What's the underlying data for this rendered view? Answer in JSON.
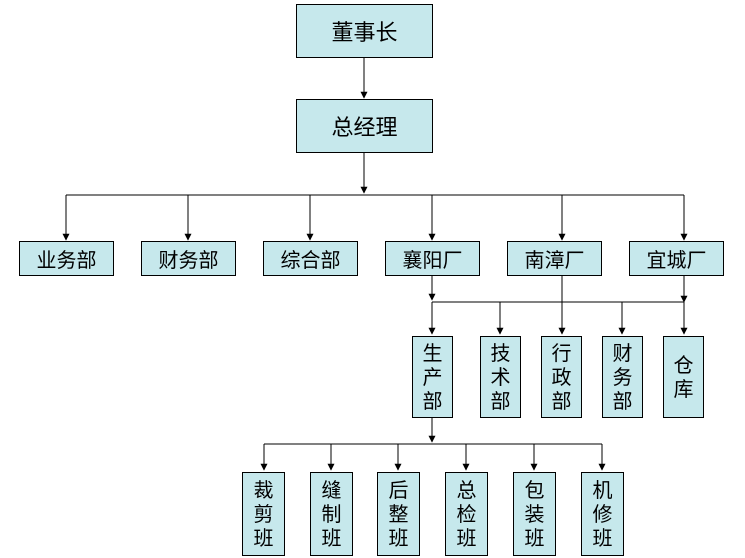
{
  "org": {
    "chairman": "董事长",
    "gm": "总经理",
    "depts": [
      "业务部",
      "财务部",
      "综合部"
    ],
    "factories": [
      "襄阳厂",
      "南漳厂",
      "宜城厂"
    ],
    "factory_units": [
      "生产部",
      "技术部",
      "行政部",
      "财务部",
      "仓库"
    ],
    "teams": [
      "裁剪班",
      "缝制班",
      "后整班",
      "总检班",
      "包装班",
      "机修班"
    ]
  },
  "colors": {
    "box_fill": "#c6e8ec",
    "line": "#000000"
  }
}
